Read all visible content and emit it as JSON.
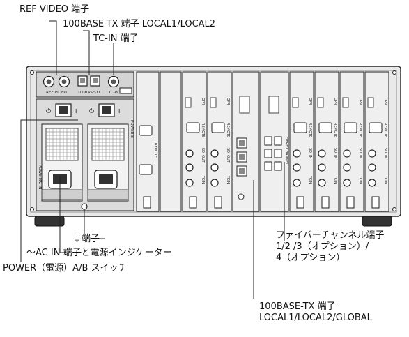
{
  "callouts": {
    "ref_video": "REF VIDEO 端子",
    "base_tx_local": "100BASE-TX 端子 LOCAL1/LOCAL2",
    "tc_in": "TC-IN 端子",
    "ground": "⏚端子",
    "ac_in": "～AC IN 端子と電源インジケーター",
    "power_switch": "POWER（電源）A/B スイッチ",
    "fibre_channel": "ファイバーチャンネル端子\n1/2 /3（オプション）/\n4（オプション）",
    "base_tx_global": "100BASE-TX 端子\nLOCAL1/LOCAL2/GLOBAL"
  },
  "panel_labels": {
    "ref_video": "REF VIDEO",
    "base_tx": "100BASE-TX",
    "tc_in": "TC-IN",
    "power_a": "POWER A",
    "power_b": "POWER B",
    "ac_in": "~ AC IN",
    "remote": "REMOTE",
    "sdi_in": "SDI IN",
    "sdi_out": "SDI OUT",
    "tc_in_slot": "TCIN",
    "fibre_channel": "FIBRE CHANNEL",
    "opr": "OPR"
  },
  "colors": {
    "outline": "#222222",
    "chassis": "#e9e9e9",
    "panel": "#d4d4d4",
    "dark": "#555555"
  }
}
